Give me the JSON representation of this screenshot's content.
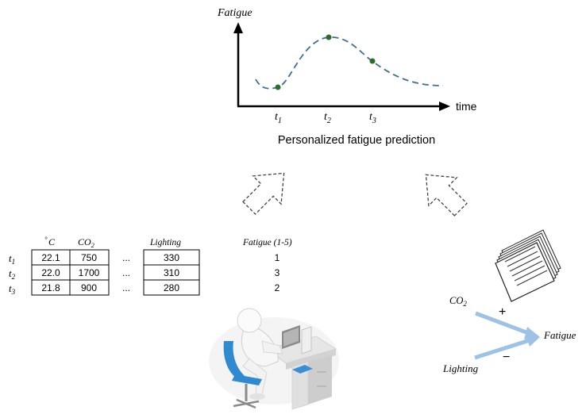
{
  "plot": {
    "y_axis_label": "Fatigue",
    "x_axis_label": "time",
    "time_points": [
      "t",
      "t",
      "t"
    ],
    "time_subscripts": [
      "1",
      "2",
      "3"
    ],
    "caption": "Personalized fatigue prediction"
  },
  "table": {
    "columns": {
      "temp_degree": "°",
      "temp_unit": "C",
      "co2_main": "CO",
      "co2_sub": "2",
      "ellipsis": "...",
      "lighting": "Lighting",
      "fatigue": "Fatigue (1-5)"
    },
    "rows": [
      {
        "t": "t",
        "sub": "1",
        "temp": "22.1",
        "co2": "750",
        "dots": "...",
        "lighting": "330",
        "fatigue": "1"
      },
      {
        "t": "t",
        "sub": "2",
        "temp": "22.0",
        "co2": "1700",
        "dots": "...",
        "lighting": "310",
        "fatigue": "3"
      },
      {
        "t": "t",
        "sub": "3",
        "temp": "21.8",
        "co2": "900",
        "dots": "...",
        "lighting": "280",
        "fatigue": "2"
      }
    ]
  },
  "knowledge": {
    "co2_main": "CO",
    "co2_sub": "2",
    "plus": "+",
    "minus": "−",
    "lighting": "Lighting",
    "fatigue": "Fatigue"
  },
  "colors": {
    "curve": "#3f6f93",
    "point": "#2f6b2f",
    "influence_arrow": "#9ec2e6",
    "chair": "#2f8ad0"
  },
  "icons": [
    "up-arrow-icon",
    "person-at-desk-icon",
    "documents-icon"
  ]
}
